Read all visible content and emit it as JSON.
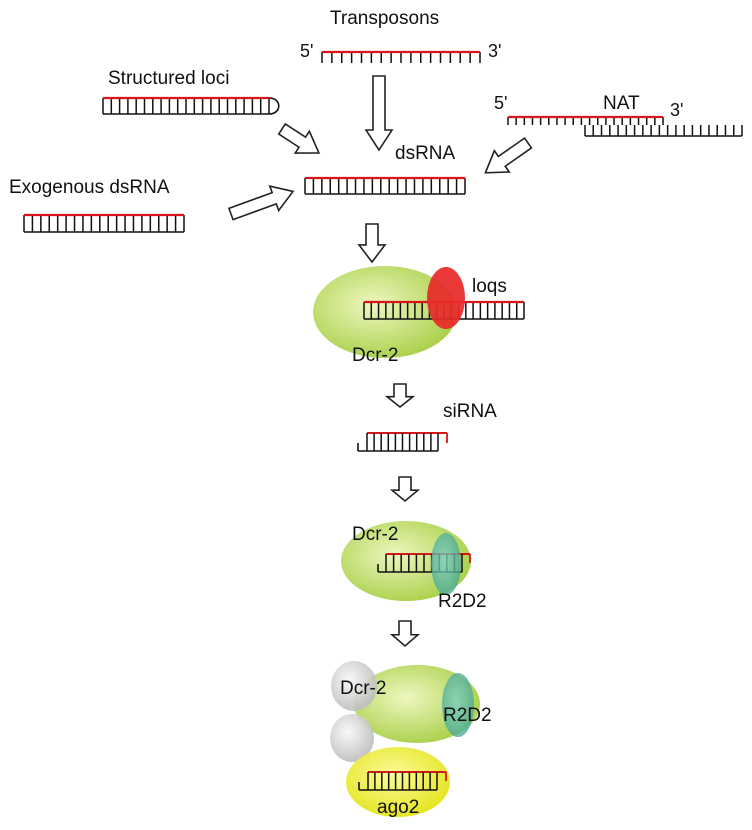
{
  "labels": {
    "transposons": "Transposons",
    "transposons_5p": "5'",
    "transposons_3p": "3'",
    "structured_loci": "Structured loci",
    "nat": "NAT",
    "nat_5p": "5'",
    "nat_3p": "3'",
    "dsrna": "dsRNA",
    "exogenous_dsrna": "Exogenous dsRNA",
    "loqs": "loqs",
    "dcr2_a": "Dcr-2",
    "sirna": "siRNA",
    "dcr2_b": "Dcr-2",
    "r2d2_b": "R2D2",
    "dcr2_c": "Dcr-2",
    "r2d2_c": "R2D2",
    "ago2": "ago2"
  },
  "colors": {
    "rna_top_strand": "#d9141b",
    "rna_rungs": "#111111",
    "dcr2": "#a9d04a",
    "loqs": "#e82a2a",
    "r2d2": "#4fb3a0",
    "ago2": "#eaea20",
    "helper_protein": "#cfcfcf",
    "arrow": "#222222"
  },
  "icons": {
    "flow_arrow": "hollow-block-arrow"
  }
}
